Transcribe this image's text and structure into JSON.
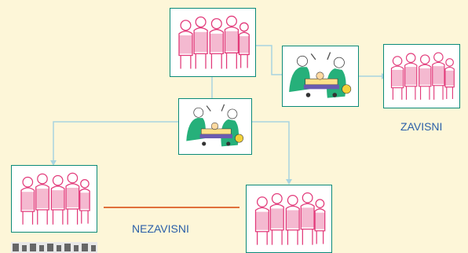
{
  "labels": {
    "dependent": "ZAVISNI",
    "independent": "NEZAVISNI"
  },
  "nodes": [
    {
      "id": "crowd-top",
      "picture": "crowd-of-people"
    },
    {
      "id": "surgery-right",
      "picture": "surgical-team-operating"
    },
    {
      "id": "crowd-right",
      "picture": "crowd-of-people"
    },
    {
      "id": "surgery-center",
      "picture": "surgical-team-operating"
    },
    {
      "id": "crowd-bottom-left",
      "picture": "crowd-of-people"
    },
    {
      "id": "crowd-bottom-right",
      "picture": "crowd-of-people"
    }
  ],
  "colors": {
    "background": "#fdf6d8",
    "card_border": "#0a8a78",
    "connector": "#a8d4e0",
    "independent_line": "#e0703a",
    "caption_text": "#2a5fa8",
    "crowd": "#e23a7a",
    "surgeon_gown": "#26b07a",
    "gurney": "#6a5ab0"
  }
}
